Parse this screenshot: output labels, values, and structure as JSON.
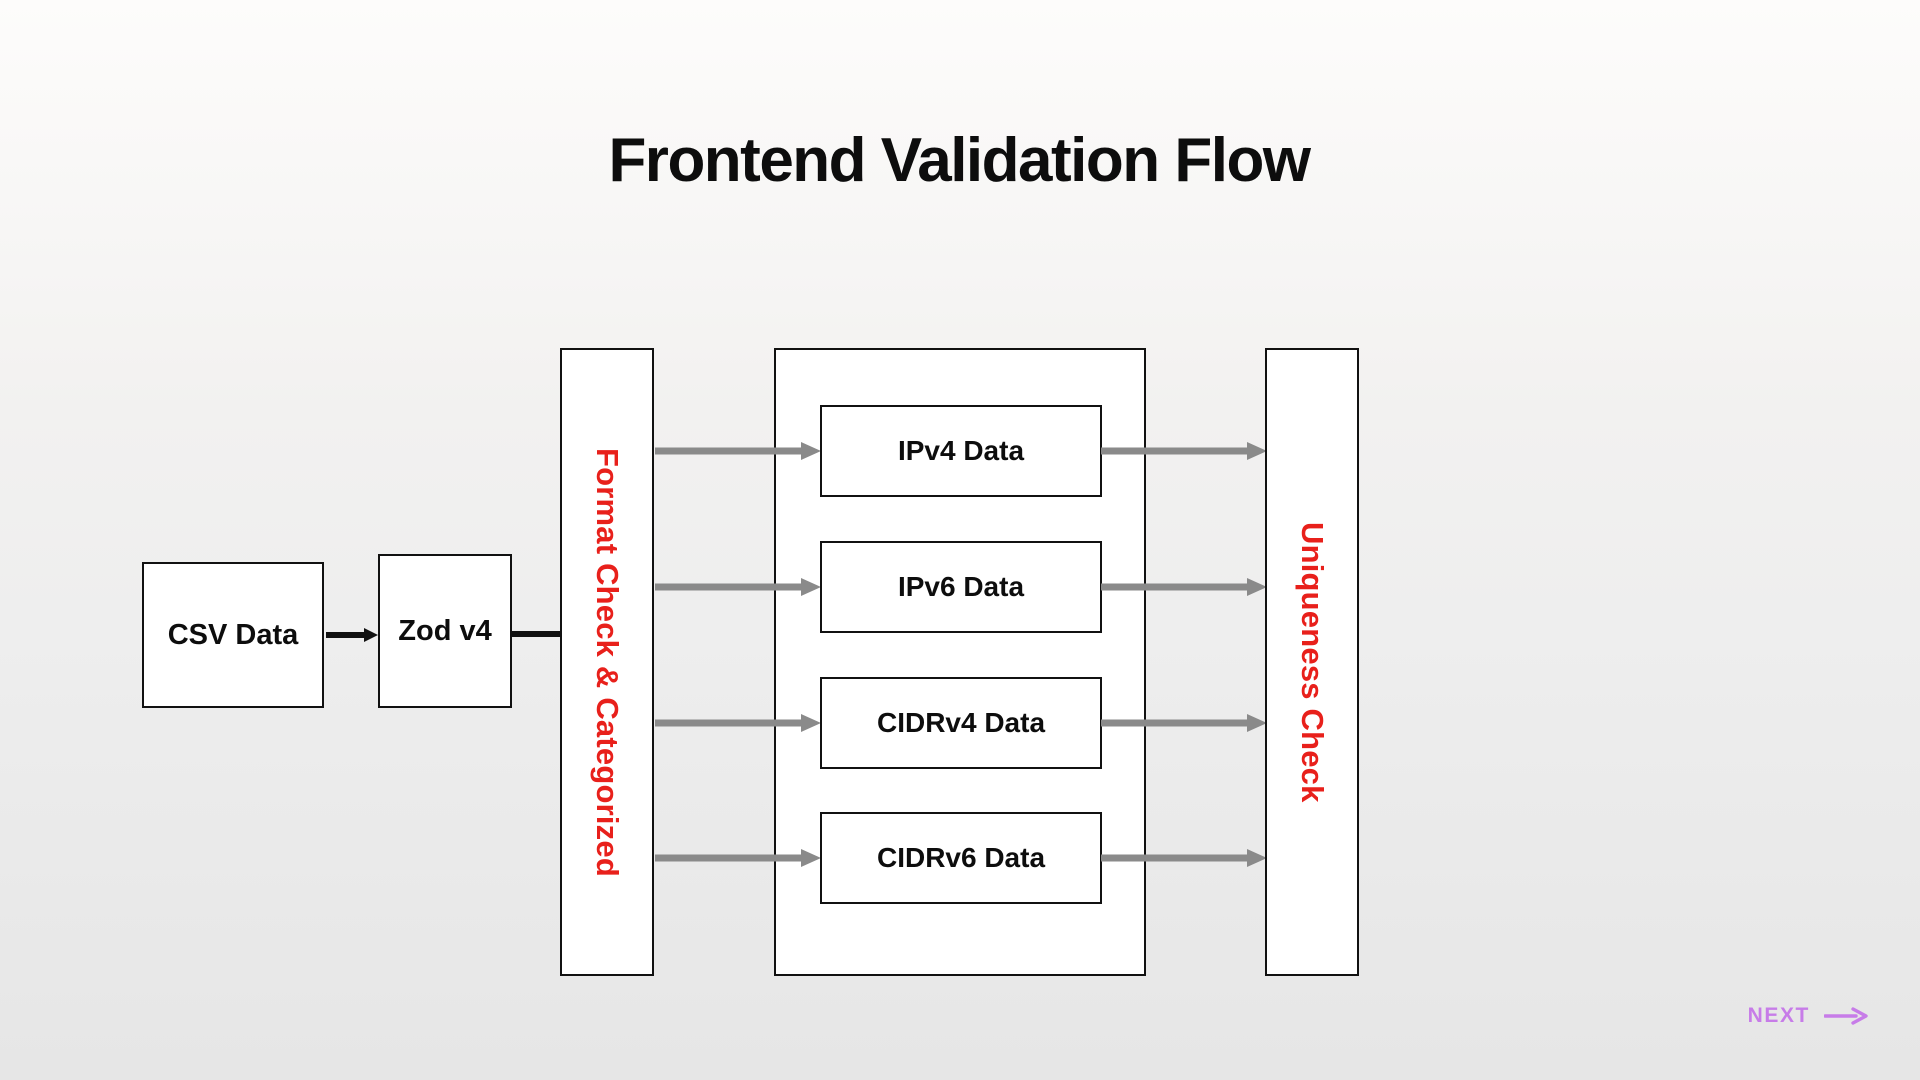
{
  "slide": {
    "title": "Frontend Validation Flow",
    "background_top_color": "#fdfcfb",
    "background_bottom_color": "#e6e6e6"
  },
  "diagram": {
    "accent_red": "#e8201b",
    "line_black": "#111111",
    "line_gray": "#8a8a8a",
    "source": {
      "label": "CSV Data"
    },
    "validator": {
      "label": "Zod v4"
    },
    "stage_format": {
      "label": "Format Check & Categorized"
    },
    "categories": [
      {
        "label": "IPv4 Data"
      },
      {
        "label": "IPv6 Data"
      },
      {
        "label": "CIDRv4 Data"
      },
      {
        "label": "CIDRv6 Data"
      }
    ],
    "stage_uniqueness": {
      "label": "Uniqueness Check"
    }
  },
  "footer": {
    "next_label": "NEXT",
    "next_color": "#c77ce8"
  }
}
